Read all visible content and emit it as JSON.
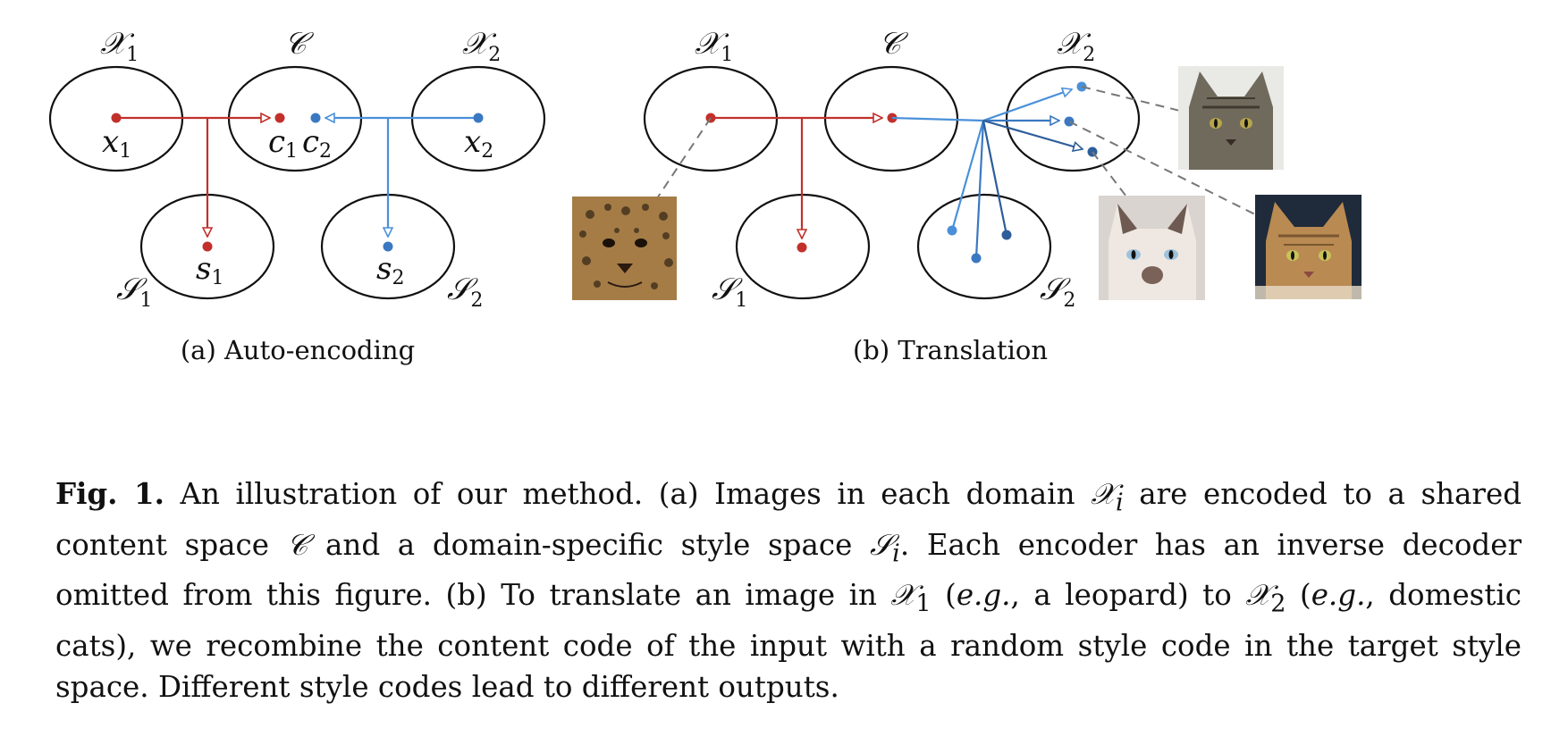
{
  "panel_a": {
    "label_X1": "𝒳",
    "label_X1_sub": "1",
    "label_C": "𝒞",
    "label_X2": "𝒳",
    "label_X2_sub": "2",
    "label_x1": "x",
    "label_x1_sub": "1",
    "label_c1": "c",
    "label_c1_sub": "1",
    "label_c2": "c",
    "label_c2_sub": "2",
    "label_x2": "x",
    "label_x2_sub": "2",
    "label_s1": "s",
    "label_s1_sub": "1",
    "label_s2": "s",
    "label_s2_sub": "2",
    "label_S1": "𝒮",
    "label_S1_sub": "1",
    "label_S2": "𝒮",
    "label_S2_sub": "2",
    "caption": "(a) Auto-encoding"
  },
  "panel_b": {
    "label_X1": "𝒳",
    "label_X1_sub": "1",
    "label_C": "𝒞",
    "label_X2": "𝒳",
    "label_X2_sub": "2",
    "label_S1": "𝒮",
    "label_S1_sub": "1",
    "label_S2": "𝒮",
    "label_S2_sub": "2",
    "caption": "(b) Translation"
  },
  "colors": {
    "red": "#c2302b",
    "light_blue": "#4a90d9",
    "mid_blue": "#3a78c2",
    "dark_blue": "#2d5d9a"
  },
  "images": {
    "input": "leopard",
    "outputs": [
      "tabby-cat",
      "siamese-cat",
      "orange-tabby-cat"
    ]
  },
  "figure_caption": {
    "label": "Fig. 1.",
    "t1": " An illustration of our method. (a) Images in each domain ",
    "sym1": "𝒳",
    "sub1": "i",
    "t2": " are encoded to a shared content space ",
    "sym2": "𝒞",
    "t3": " and a domain-specific style space ",
    "sym3": "𝒮",
    "sub3": "i",
    "t4": ". Each encoder has an inverse decoder omitted from this figure. (b) To translate an image in ",
    "sym4": "𝒳",
    "sub4": "1",
    "t5": " (",
    "eg1": "e.g.",
    "t6": ", a leopard) to ",
    "sym5": "𝒳",
    "sub5": "2",
    "t7": " (",
    "eg2": "e.g.",
    "t8": ", domestic cats), we recombine the content code of the input with a random style code in the target style space. Different style codes lead to different outputs."
  }
}
